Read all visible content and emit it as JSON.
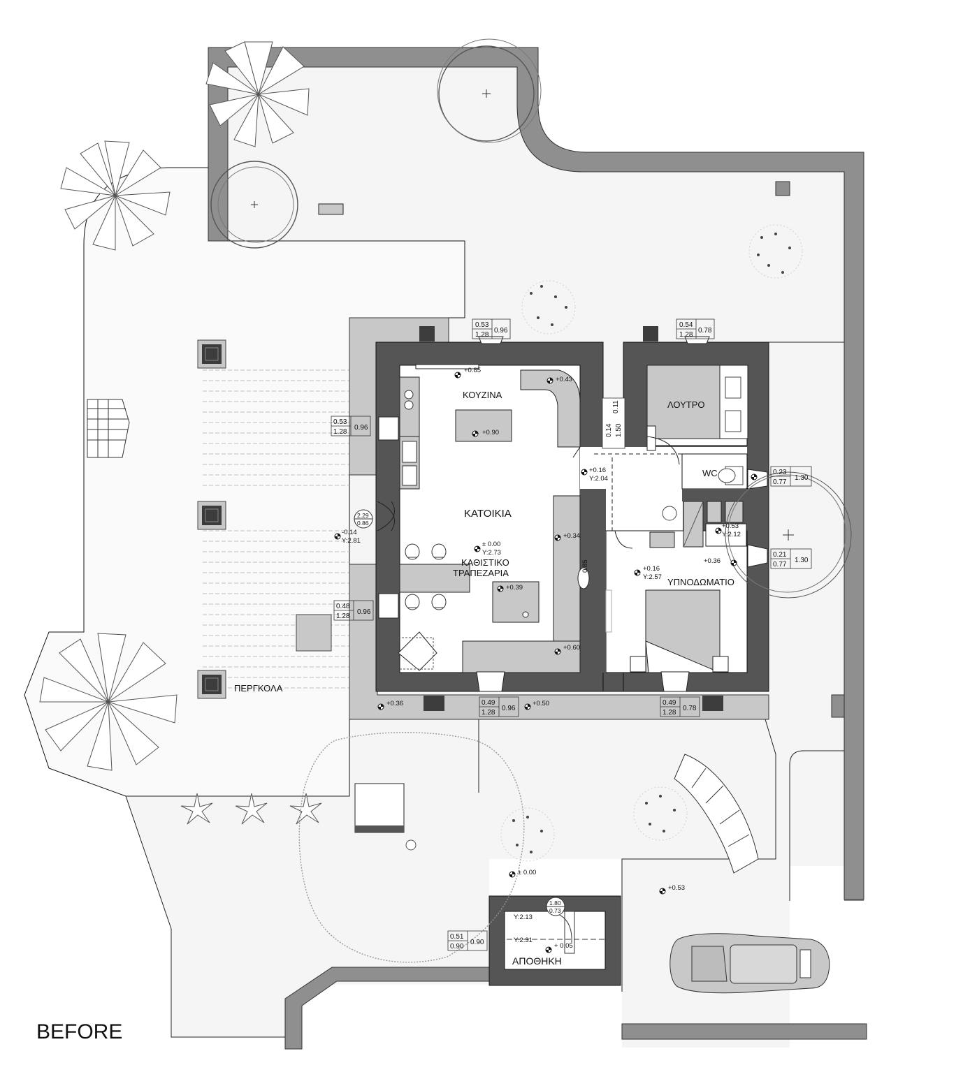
{
  "caption": "BEFORE",
  "rooms": {
    "kitchen": "ΚΟΥΖΙΝΑ",
    "house": "ΚΑΤΟΙΚΙΑ",
    "living": "ΚΑΘΙΣΤΙΚΟ",
    "dining": "ΤΡΑΠΕΖΑΡΙΑ",
    "bath": "ΛΟΥΤΡΟ",
    "wc": "WC",
    "bedroom": "ΥΠΝΟΔΩΜΑΤΙΟ",
    "pergola": "ΠΕΡΓΚΟΛΑ",
    "storage": "ΑΠΟΘΗΚΗ"
  },
  "levels": {
    "kitchen_top": "+0.85",
    "kitchen_counter": "+0.43",
    "kitchen_island": "+0.90",
    "hall": "+0.16",
    "hall_height": "Y:2.04",
    "house_floor": "± 0.00",
    "house_height": "Y:2.73",
    "living_wall": "+0.34",
    "table": "+0.39",
    "corner": "+0.60",
    "entrance": "-0.14",
    "entrance_height": "Y:2.81",
    "bedroom": "+0.16",
    "bedroom_height": "Y:2.57",
    "closet": "+0.53",
    "closet_height": "Y:2.12",
    "bedroom_step": "+0.36",
    "terrace_left": "+0.36",
    "terrace_right": "+0.50",
    "yard": "± 0.00",
    "yard_right": "+0.53",
    "storage_h1": "Y:2.13",
    "storage_h2": "Y:2.31",
    "storage_floor": "+ 0.05",
    "niche": "0.85"
  },
  "windows": [
    {
      "id": "w-top-kitchen",
      "a": "0.53",
      "b": "1.28",
      "c": "0.96"
    },
    {
      "id": "w-top-bath",
      "a": "0.54",
      "b": "1.28",
      "c": "0.78"
    },
    {
      "id": "w-left-kitchen",
      "a": "0.53",
      "b": "1.28",
      "c": "0.96"
    },
    {
      "id": "w-left-dining",
      "a": "0.48",
      "b": "1.28",
      "c": "0.96"
    },
    {
      "id": "w-bottom-living",
      "a": "0.49",
      "b": "1.28",
      "c": "0.96"
    },
    {
      "id": "w-bottom-bedroom",
      "a": "0.49",
      "b": "1.28",
      "c": "0.78"
    },
    {
      "id": "w-right-wc",
      "a": "0.23",
      "b": "0.77",
      "c": "1.30"
    },
    {
      "id": "w-right-bedroom",
      "a": "0.21",
      "b": "0.77",
      "c": "1.30"
    },
    {
      "id": "w-storage",
      "a": "0.51",
      "b": "0.90",
      "c": "0.90"
    }
  ],
  "doors": {
    "entrance_a": "2.29",
    "entrance_b": "0.86",
    "storage_a": "1.80",
    "storage_b": "0.73"
  },
  "wall_dims": {
    "d1": "0.11",
    "d2": "0.14",
    "d3": "1.50"
  },
  "colors": {
    "wall": "#555555",
    "paving": "#c8c8c8",
    "garden": "#f4f4f4",
    "fence": "#8f8f8f"
  }
}
